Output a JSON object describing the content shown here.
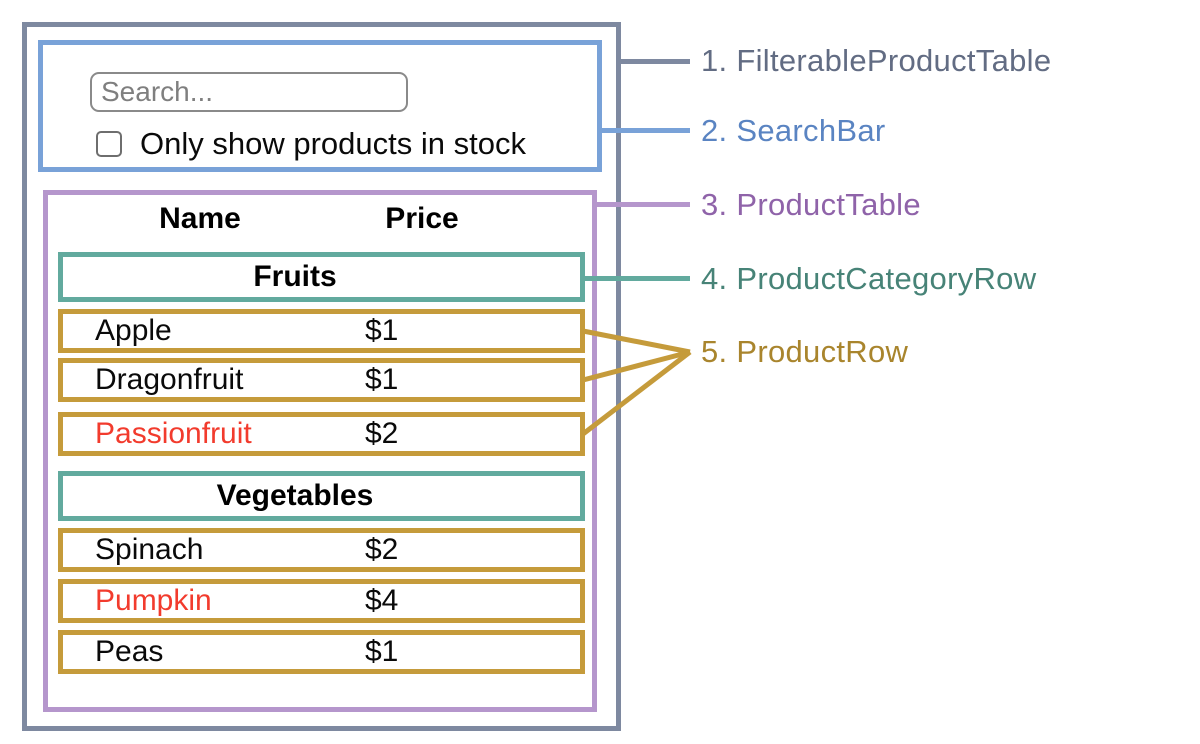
{
  "colors": {
    "frame_gray": "#7e89a0",
    "frame_blue": "#79a2d8",
    "frame_purple": "#b596cc",
    "frame_teal": "#62aa9e",
    "frame_gold": "#c59b3b",
    "label_gray": "#626c83",
    "label_blue": "#5a84c2",
    "label_purple": "#8f63a9",
    "label_teal": "#478377",
    "label_gold": "#a9852d",
    "out_of_stock_red": "#f23b2d",
    "text_black": "#0a0a0a"
  },
  "search_bar": {
    "input_placeholder": "Search...",
    "input_value": "",
    "checkbox_label": "Only show products in stock"
  },
  "product_table": {
    "headers": [
      "Name",
      "Price"
    ],
    "sections": [
      {
        "category": "Fruits",
        "rows": [
          {
            "name": "Apple",
            "price": "$1"
          },
          {
            "name": "Dragonfruit",
            "price": "$1"
          },
          {
            "name": "Passionfruit",
            "price": "$2"
          }
        ]
      },
      {
        "category": "Vegetables",
        "rows": [
          {
            "name": "Spinach",
            "price": "$2"
          },
          {
            "name": "Pumpkin",
            "price": "$4"
          },
          {
            "name": "Peas",
            "price": "$1"
          }
        ]
      }
    ]
  },
  "legend": [
    {
      "label": "1. FilterableProductTable",
      "color": "#626c83"
    },
    {
      "label": "2. SearchBar",
      "color": "#5a84c2"
    },
    {
      "label": "3. ProductTable",
      "color": "#8f63a9"
    },
    {
      "label": "4. ProductCategoryRow",
      "color": "#478377"
    },
    {
      "label": "5. ProductRow",
      "color": "#a9852d"
    }
  ]
}
